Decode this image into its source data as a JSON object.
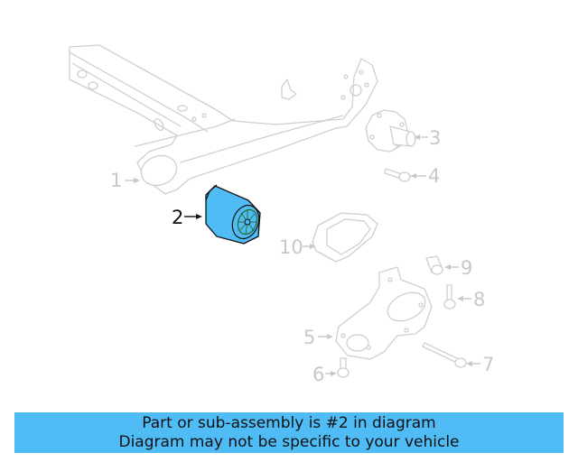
{
  "diagram": {
    "highlight_color": "#4fbcf5",
    "line_color": "#cfcfcf",
    "callouts": [
      {
        "number": "1",
        "part": "axle-beam",
        "highlighted": false
      },
      {
        "number": "2",
        "part": "bushing",
        "highlighted": true
      },
      {
        "number": "3",
        "part": "wheel-hub-stub-axle",
        "highlighted": false
      },
      {
        "number": "4",
        "part": "bolt",
        "highlighted": false
      },
      {
        "number": "5",
        "part": "mounting-bracket",
        "highlighted": false
      },
      {
        "number": "6",
        "part": "bolt",
        "highlighted": false
      },
      {
        "number": "7",
        "part": "bolt",
        "highlighted": false
      },
      {
        "number": "8",
        "part": "bolt",
        "highlighted": false
      },
      {
        "number": "9",
        "part": "bushing",
        "highlighted": false
      },
      {
        "number": "10",
        "part": "bracket-plate",
        "highlighted": false
      }
    ]
  },
  "banner": {
    "line1": "Part or sub-assembly is #2 in diagram",
    "line2": "Diagram may not be specific to your vehicle",
    "color": "#4fbcf5"
  }
}
